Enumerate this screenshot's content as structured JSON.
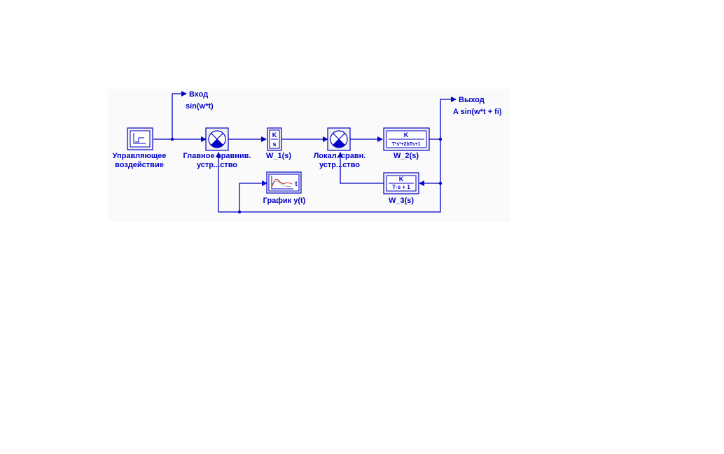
{
  "colors": {
    "ink": "#0000c8",
    "background": "#ffffff",
    "region": "#fafafa",
    "block_bg": "#f0f0f0"
  },
  "blocks": {
    "control": {
      "label1": "Управляющее",
      "label2": "воздействие",
      "icon": "step-signal-icon"
    },
    "main_cmp": {
      "label1": "Главное сравнив.",
      "label2": "устр...ство",
      "icon": "comparator-icon"
    },
    "w1": {
      "label": "W_1(s)",
      "num": "K",
      "den": "s"
    },
    "local_cmp": {
      "label1": "Локал. сравн.",
      "label2": "устр...ство",
      "icon": "comparator-icon"
    },
    "w2": {
      "label": "W_2(s)",
      "num": "K",
      "den": "T²s²+2bTs+1"
    },
    "w3": {
      "label": "W_3(s)",
      "num": "K",
      "den": "T·s + 1"
    },
    "plot": {
      "label": "График y(t)",
      "axis": "t",
      "icon": "plot-icon"
    }
  },
  "outputs": {
    "input": {
      "label": "Вход",
      "formula": "sin(w*t)"
    },
    "output": {
      "label": "Выход",
      "formula": "A sin(w*t + fi)"
    }
  }
}
